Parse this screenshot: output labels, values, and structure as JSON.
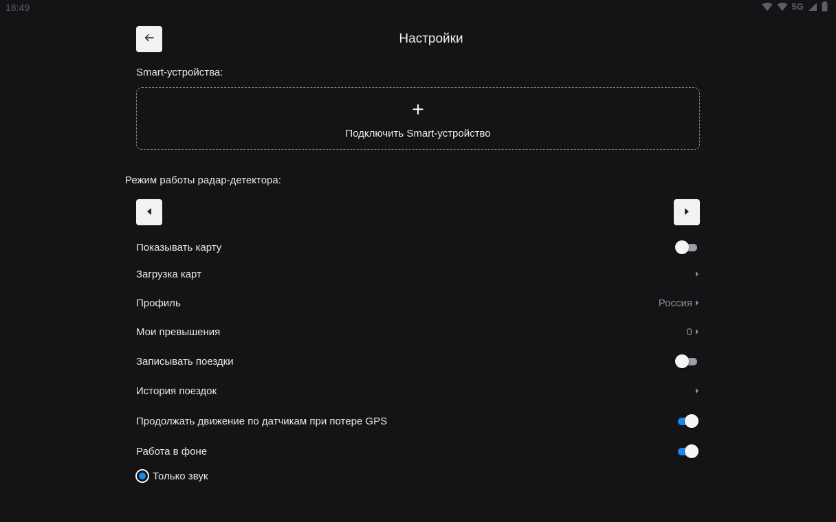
{
  "status_bar": {
    "time": "18:49",
    "network_label": "5G",
    "icons": [
      "wifi-icon",
      "signal-icon",
      "battery-icon"
    ]
  },
  "header": {
    "title": "Настройки",
    "back_icon": "arrow-left-icon"
  },
  "smart_devices": {
    "label": "Smart-устройства:",
    "connect_icon": "plus-icon",
    "connect_plus": "+",
    "connect_label": "Подключить Smart-устройство"
  },
  "radar_mode": {
    "label": "Режим работы радар-детектора:",
    "prev_icon": "triangle-left-icon",
    "next_icon": "triangle-right-icon"
  },
  "settings": {
    "show_map": {
      "label": "Показывать карту",
      "enabled": false
    },
    "map_download": {
      "label": "Загрузка карт"
    },
    "profile": {
      "label": "Профиль",
      "value": "Россия"
    },
    "my_speeding": {
      "label": "Мои превышения",
      "value": "0"
    },
    "record_trips": {
      "label": "Записывать поездки",
      "enabled": false
    },
    "trip_history": {
      "label": "История поездок"
    },
    "gps_loss": {
      "label": "Продолжать движение по датчикам при потере GPS",
      "enabled": true
    },
    "background": {
      "label": "Работа в фоне",
      "enabled": true
    }
  },
  "background_mode": {
    "option_label": "Только звук",
    "selected": true
  },
  "colors": {
    "background": "#141417",
    "accent": "#1e88e5",
    "button_bg": "#f2f2f2",
    "muted_text": "#8e8f94"
  }
}
